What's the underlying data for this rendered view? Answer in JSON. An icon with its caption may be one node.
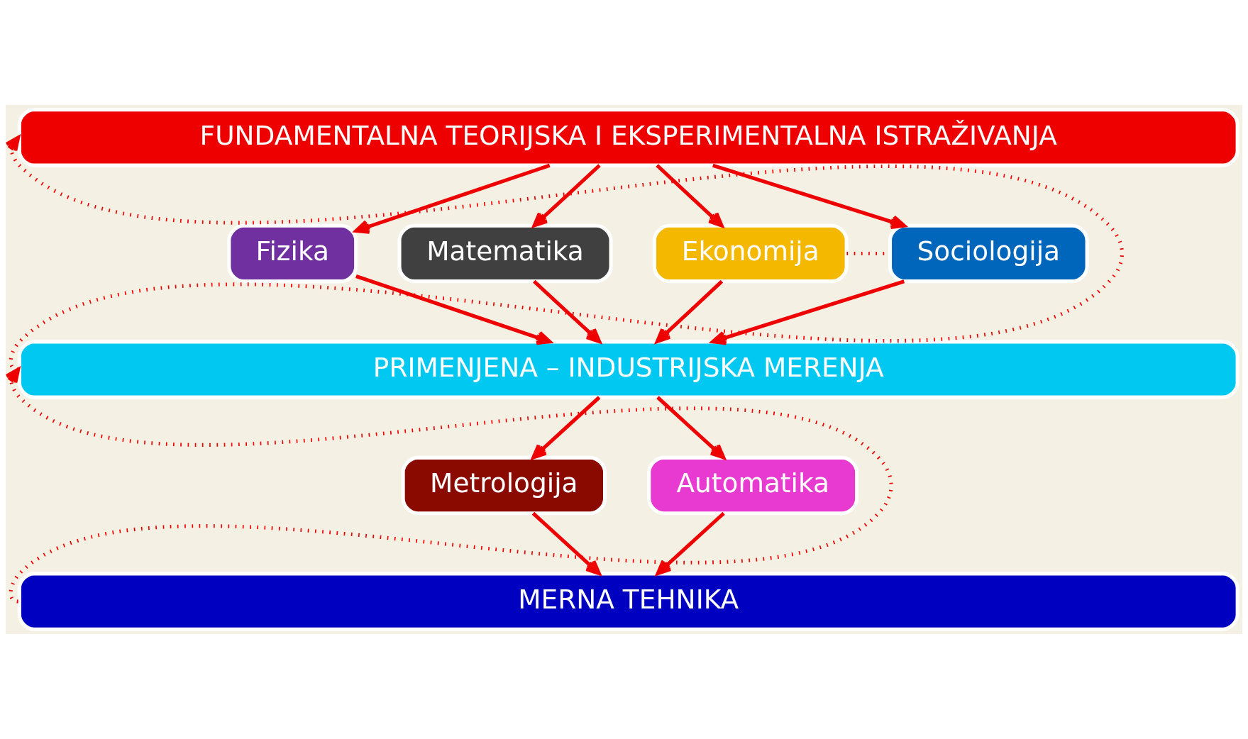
{
  "diagram": {
    "nodes": [
      {
        "text": [
          "FUNDAMENTALNA TEORIJSKA I EKSPERIMENTALNA ISTRAŽIVANJA"
        ]
      },
      {
        "text": [
          "Fizika"
        ]
      },
      {
        "text": [
          "Matematika"
        ]
      },
      {
        "text": [
          "Ekonomija"
        ]
      },
      {
        "text": [
          "Sociologija"
        ]
      },
      {
        "text": [
          "PRIMENJENA – INDUSTRIJSKA MERENJA"
        ]
      },
      {
        "text": [
          "Metrologija"
        ]
      },
      {
        "text": [
          "Automatika"
        ]
      },
      {
        "text": [
          "MERNA TEHNIKA"
        ]
      }
    ],
    "edges": [
      {
        "from": 0,
        "to": 1,
        "arrow": "to"
      },
      {
        "from": 0,
        "to": 2,
        "arrow": "to"
      },
      {
        "from": 0,
        "to": 3,
        "arrow": "to"
      },
      {
        "from": 0,
        "to": 4,
        "arrow": "to"
      },
      {
        "from": 3,
        "to": 4,
        "arrow": "none",
        "style": "dashed"
      },
      {
        "from": 1,
        "to": 5,
        "arrow": "to"
      },
      {
        "from": 2,
        "to": 5,
        "arrow": "to"
      },
      {
        "from": 3,
        "to": 5,
        "arrow": "to"
      },
      {
        "from": 4,
        "to": 5,
        "arrow": "to"
      },
      {
        "from": 5,
        "to": 0,
        "arrow": "to",
        "style": "dashed"
      },
      {
        "from": 5,
        "to": 6,
        "arrow": "to"
      },
      {
        "from": 5,
        "to": 7,
        "arrow": "to"
      },
      {
        "from": 6,
        "to": 8,
        "arrow": "to"
      },
      {
        "from": 7,
        "to": 8,
        "arrow": "to"
      },
      {
        "from": 8,
        "to": 5,
        "arrow": "to",
        "style": "dashed"
      }
    ]
  }
}
